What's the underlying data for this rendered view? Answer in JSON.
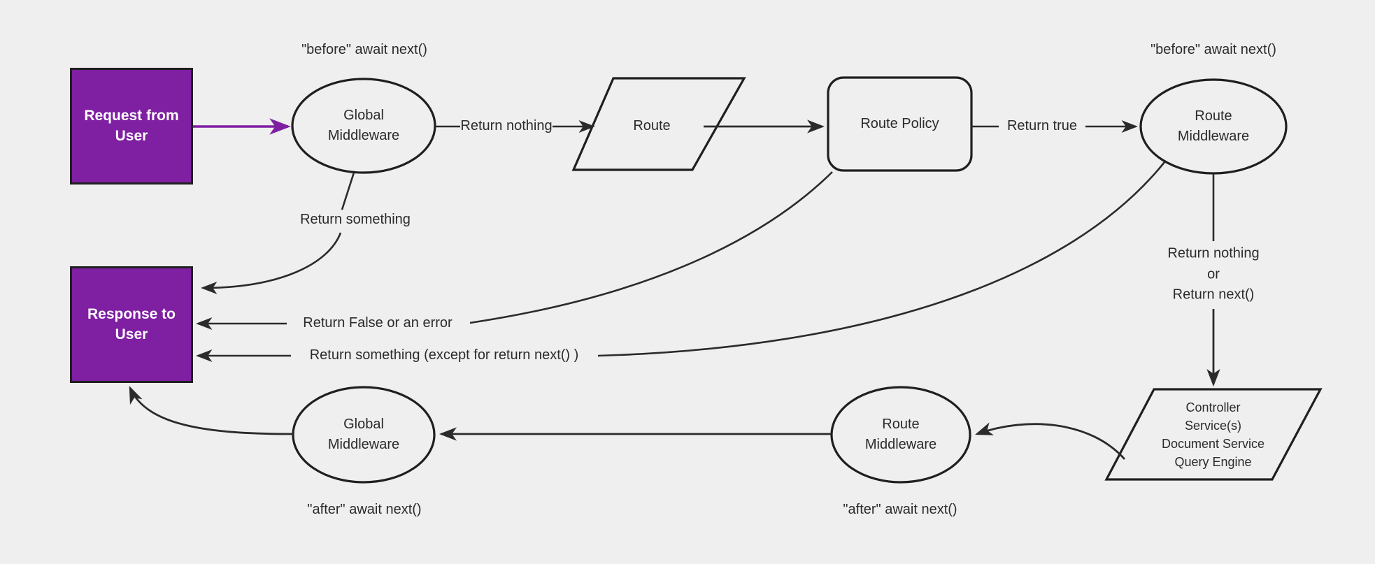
{
  "diagram": {
    "title": "Request / Response middleware lifecycle flowchart",
    "background_color": "#efefef",
    "accent_color": "#7f1fa2",
    "stroke_color": "#2b2b2b",
    "terminal_text_color": "#ffffff"
  },
  "nodes": {
    "request_from_user": {
      "label": "Request from\nUser",
      "shape": "rectangle",
      "fill": "#7f1fa2"
    },
    "response_to_user": {
      "label": "Response to\nUser",
      "shape": "rectangle",
      "fill": "#7f1fa2"
    },
    "global_middleware_before": {
      "label": "Global\nMiddleware",
      "shape": "ellipse"
    },
    "route": {
      "label": "Route",
      "shape": "parallelogram"
    },
    "route_policy": {
      "label": "Route Policy",
      "shape": "rounded-rectangle"
    },
    "route_middleware_before": {
      "label": "Route\nMiddleware",
      "shape": "ellipse"
    },
    "controller_stack": {
      "label": "Controller\nService(s)\nDocument Service\nQuery Engine",
      "shape": "parallelogram"
    },
    "route_middleware_after": {
      "label": "Route\nMiddleware",
      "shape": "ellipse"
    },
    "global_middleware_after": {
      "label": "Global\nMiddleware",
      "shape": "ellipse"
    }
  },
  "annotations": {
    "before_global": "\"before\" await next()",
    "before_route": "\"before\" await next()",
    "after_global": "\"after\" await next()",
    "after_route": "\"after\" await next()"
  },
  "edges": [
    {
      "id": "request-to-global",
      "label": "",
      "from": "request_from_user",
      "to": "global_middleware_before",
      "color": "#7f1fa2"
    },
    {
      "id": "global-to-route",
      "label": "Return nothing",
      "from": "global_middleware_before",
      "to": "route"
    },
    {
      "id": "route-to-policy",
      "label": "",
      "from": "route",
      "to": "route_policy"
    },
    {
      "id": "policy-to-route-middleware",
      "label": "Return true",
      "from": "route_policy",
      "to": "route_middleware_before"
    },
    {
      "id": "global-to-response",
      "label": "Return something",
      "from": "global_middleware_before",
      "to": "response_to_user"
    },
    {
      "id": "policy-to-response",
      "label": "Return False or an error",
      "from": "route_policy",
      "to": "response_to_user"
    },
    {
      "id": "route-middleware-to-response",
      "label": "Return something (except for return next() )",
      "from": "route_middleware_before",
      "to": "response_to_user"
    },
    {
      "id": "route-middleware-to-controller",
      "label": "Return nothing\nor\nReturn next()",
      "from": "route_middleware_before",
      "to": "controller_stack"
    },
    {
      "id": "controller-to-route-middleware-after",
      "label": "",
      "from": "controller_stack",
      "to": "route_middleware_after"
    },
    {
      "id": "route-middleware-after-to-global-after",
      "label": "",
      "from": "route_middleware_after",
      "to": "global_middleware_after"
    },
    {
      "id": "global-after-to-response",
      "label": "",
      "from": "global_middleware_after",
      "to": "response_to_user"
    }
  ],
  "labels": {
    "return_nothing": "Return nothing",
    "return_true": "Return true",
    "return_something": "Return something",
    "return_false_or_error": "Return False or an error",
    "return_something_except": "Return something (except for return next() )",
    "return_nothing_or_next": "Return nothing\nor\nReturn next()"
  }
}
